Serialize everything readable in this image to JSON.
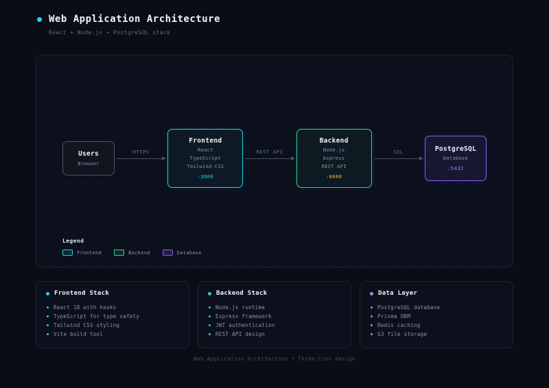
{
  "header": {
    "title": "Web Application Architecture",
    "subtitle": "React + Node.js + PostgreSQL stack",
    "accent": "#22d3ee"
  },
  "diagram": {
    "nodes": [
      {
        "title": "Users",
        "lines": [
          "Browser"
        ],
        "port": "",
        "color": "#4b5668",
        "port_color": "#94a3b8"
      },
      {
        "title": "Frontend",
        "lines": [
          "React",
          "TypeScript",
          "Tailwind CSS"
        ],
        "port": ":3000",
        "color": "#22d3ee",
        "port_color": "#22d3ee"
      },
      {
        "title": "Backend",
        "lines": [
          "Node.js",
          "Express",
          "REST API"
        ],
        "port": ":8080",
        "color": "#34d399",
        "port_color": "#fbbf24"
      },
      {
        "title": "PostgreSQL",
        "lines": [
          "Database"
        ],
        "port": ":5432",
        "color": "#8b5cf6",
        "port_color": "#a78bfa"
      }
    ],
    "edges": [
      {
        "label": "HTTPS"
      },
      {
        "label": "REST API"
      },
      {
        "label": "SQL"
      }
    ],
    "legend": {
      "title": "Legend",
      "items": [
        {
          "label": "Frontend",
          "color": "#22d3ee"
        },
        {
          "label": "Backend",
          "color": "#34d399"
        },
        {
          "label": "Database",
          "color": "#8b5cf6"
        }
      ]
    }
  },
  "cards": [
    {
      "title": "Frontend Stack",
      "accent": "#22d3ee",
      "items": [
        "React 18 with hooks",
        "TypeScript for type safety",
        "Tailwind CSS styling",
        "Vite build tool"
      ]
    },
    {
      "title": "Backend Stack",
      "accent": "#34d399",
      "items": [
        "Node.js runtime",
        "Express framework",
        "JWT authentication",
        "REST API design"
      ]
    },
    {
      "title": "Data Layer",
      "accent": "#a78bfa",
      "items": [
        "PostgreSQL database",
        "Prisma ORM",
        "Redis caching",
        "S3 file storage"
      ]
    }
  ],
  "footer": "Web Application Architecture • Three-tier design"
}
